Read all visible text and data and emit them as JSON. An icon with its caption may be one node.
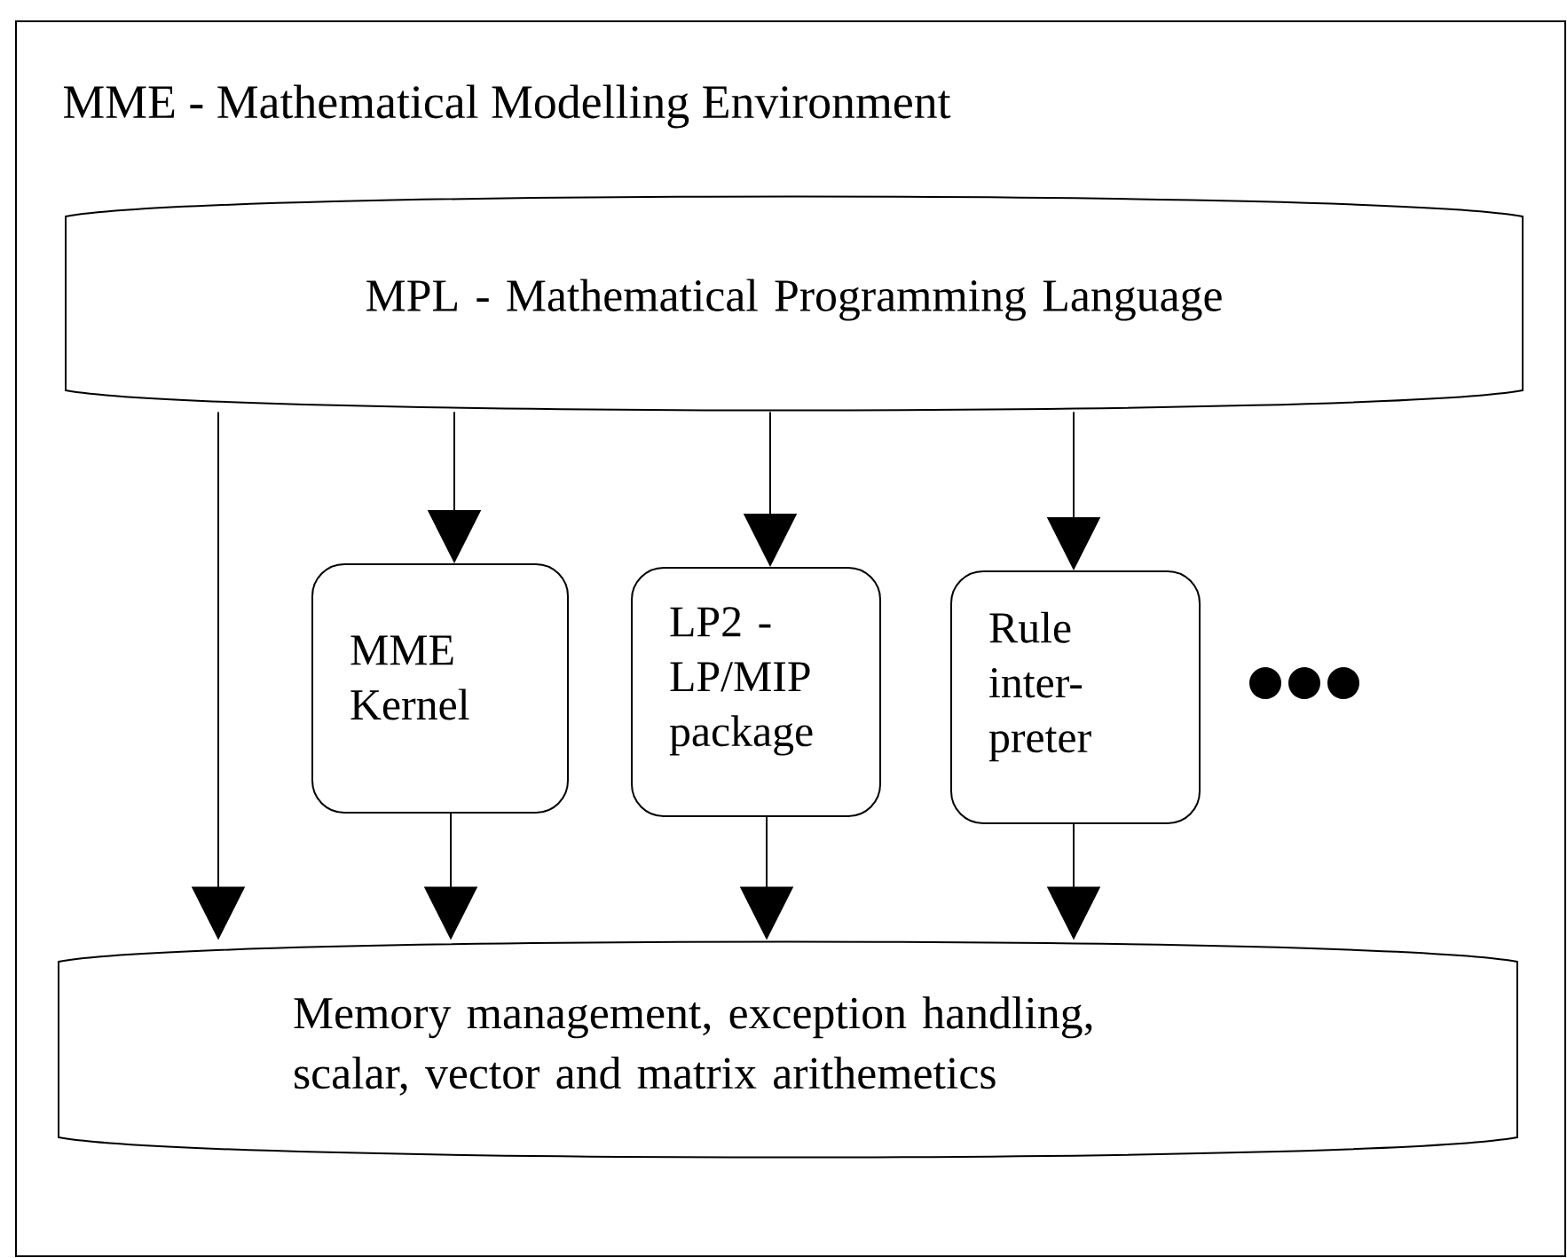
{
  "diagram": {
    "nodes": [
      {
        "text": [
          "MME - Mathematical Modelling Environment"
        ]
      },
      {
        "text": [
          "MPL - Mathematical Programming Language"
        ],
        "in": 0
      },
      {
        "text": [
          "MME Kernel"
        ],
        "in": 0
      },
      {
        "text": [
          "LP2 - LP/MIP package"
        ],
        "in": 0
      },
      {
        "text": [
          "Rule inter- preter"
        ],
        "in": 0
      },
      {
        "text": [
          "Memory management, exception handling, scalar, vector and matrix arithemetics"
        ],
        "in": 0
      }
    ],
    "edges": [
      {
        "from": 1,
        "to": 5,
        "arrow": "to"
      },
      {
        "from": 1,
        "to": 2,
        "arrow": "to"
      },
      {
        "from": 1,
        "to": 3,
        "arrow": "to"
      },
      {
        "from": 1,
        "to": 4,
        "arrow": "to"
      },
      {
        "from": 2,
        "to": 5,
        "arrow": "to"
      },
      {
        "from": 3,
        "to": 5,
        "arrow": "to"
      },
      {
        "from": 4,
        "to": 5,
        "arrow": "to"
      }
    ]
  }
}
